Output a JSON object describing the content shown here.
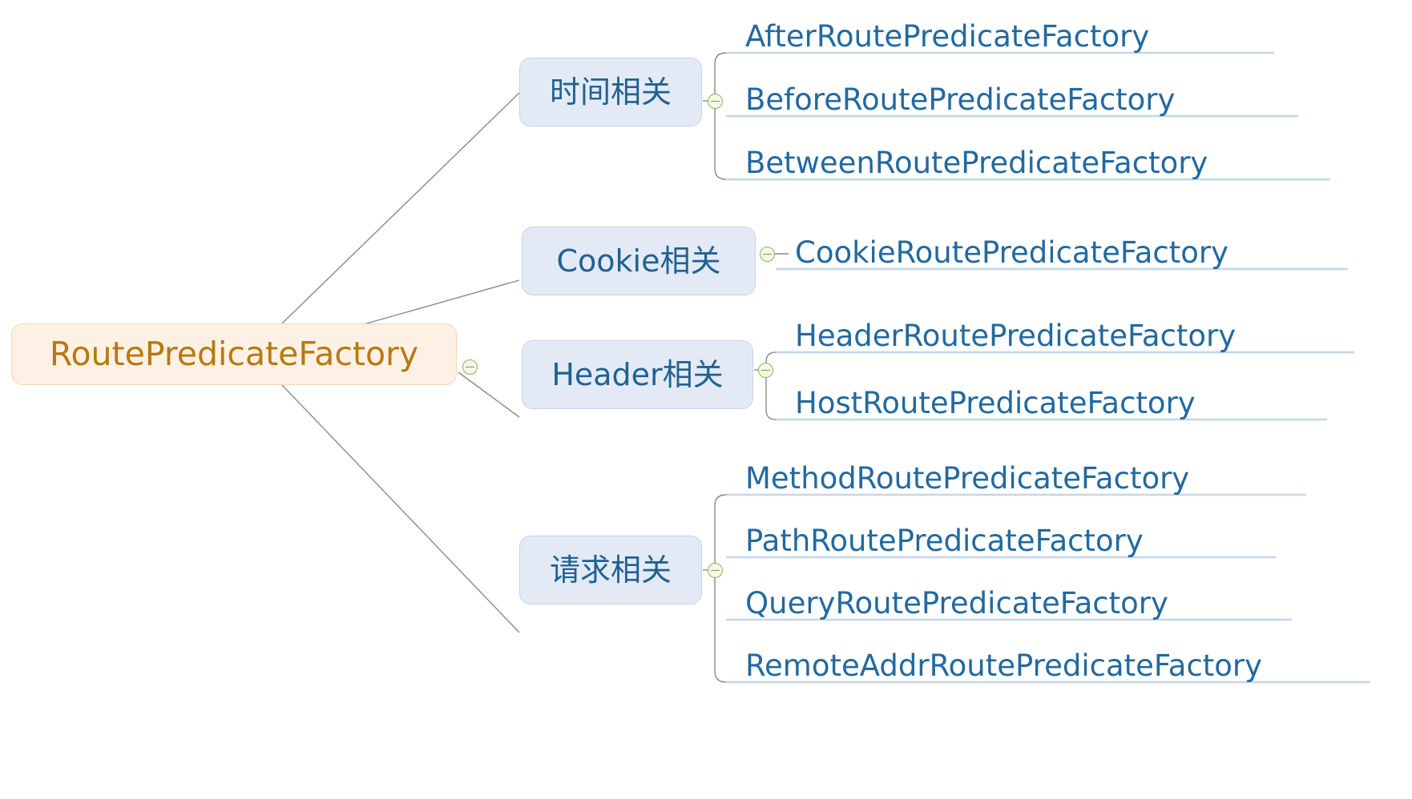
{
  "diagram": {
    "type": "mind-map",
    "title": "RoutePredicateFactory",
    "background_color": "#ffffff"
  },
  "colors": {
    "root_fill": "#fdf1e6",
    "root_border": "#f3d7b0",
    "root_text": "#b8790c",
    "branch_fill": "#e3eaf6",
    "branch_border": "#c3d3ea",
    "branch_text": "#1f6291",
    "leaf_text": "#22699f",
    "leaf_underline": "#c5d6e8",
    "connector": "#8a8a8a",
    "toggle_border": "#8fb455",
    "toggle_fill": "#f4f7ea",
    "toggle_minus": "#7aa247"
  },
  "root": {
    "label": "RoutePredicateFactory",
    "toggle": "collapse-toggle-root"
  },
  "branches": [
    {
      "id": "time",
      "label": "时间相关",
      "toggle": "collapse-toggle-time",
      "children": [
        {
          "id": "after",
          "label": "AfterRoutePredicateFactory"
        },
        {
          "id": "before",
          "label": "BeforeRoutePredicateFactory"
        },
        {
          "id": "between",
          "label": "BetweenRoutePredicateFactory"
        }
      ]
    },
    {
      "id": "cookie",
      "label": "Cookie相关",
      "toggle": "collapse-toggle-cookie",
      "children": [
        {
          "id": "cookie-leaf",
          "label": "CookieRoutePredicateFactory"
        }
      ]
    },
    {
      "id": "header",
      "label": "Header相关",
      "toggle": "collapse-toggle-header",
      "children": [
        {
          "id": "header-leaf",
          "label": "HeaderRoutePredicateFactory"
        },
        {
          "id": "host",
          "label": "HostRoutePredicateFactory"
        }
      ]
    },
    {
      "id": "request",
      "label": "请求相关",
      "toggle": "collapse-toggle-request",
      "children": [
        {
          "id": "method",
          "label": "MethodRoutePredicateFactory"
        },
        {
          "id": "path",
          "label": "PathRoutePredicateFactory"
        },
        {
          "id": "query",
          "label": "QueryRoutePredicateFactory"
        },
        {
          "id": "remoteaddr",
          "label": "RemoteAddrRoutePredicateFactory"
        }
      ]
    }
  ]
}
